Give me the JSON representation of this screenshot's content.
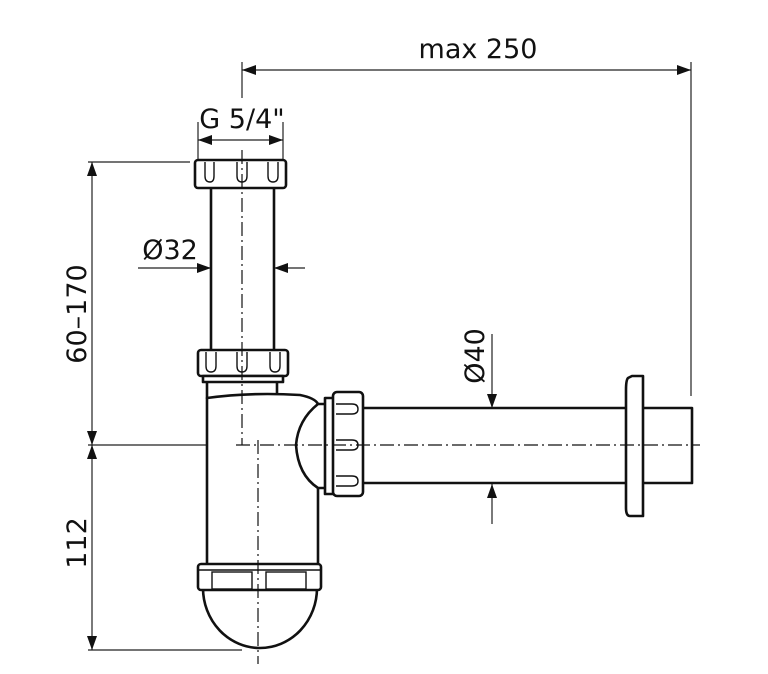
{
  "drawing": {
    "title": "Bottle trap technical drawing",
    "line_color": "#111111",
    "background": "#ffffff"
  },
  "dimensions": {
    "max_length": "max 250",
    "thread": "G 5/4\"",
    "inlet_diameter": "Ø32",
    "outlet_diameter": "Ø40",
    "height_adjustable": "60–170",
    "lower_height": "112"
  }
}
